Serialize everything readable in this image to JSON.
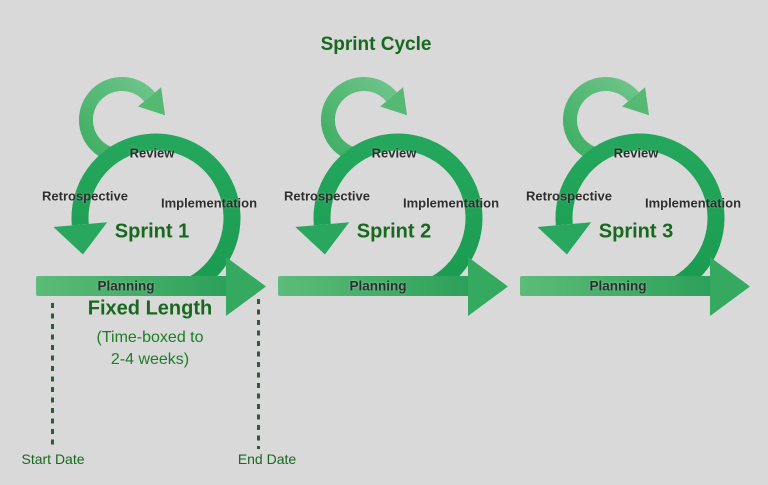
{
  "title": "Sprint Cycle",
  "sprints": [
    {
      "name": "Sprint 1",
      "review": "Review",
      "retrospective": "Retrospective",
      "implementation": "Implementation",
      "planning": "Planning"
    },
    {
      "name": "Sprint 2",
      "review": "Review",
      "retrospective": "Retrospective",
      "implementation": "Implementation",
      "planning": "Planning"
    },
    {
      "name": "Sprint 3",
      "review": "Review",
      "retrospective": "Retrospective",
      "implementation": "Implementation",
      "planning": "Planning"
    }
  ],
  "timeline": {
    "fixed_length": "Fixed Length",
    "timebox_line1": "(Time-boxed to",
    "timebox_line2": "2-4 weeks)",
    "start_date": "Start Date",
    "end_date": "End Date"
  },
  "icons": {
    "iteration": "iteration-cycle-arrow-icon",
    "loop": "sprint-loop-arrow-icon",
    "timeline": "planning-timeline-arrow-icon"
  },
  "colors": {
    "background": "#d9d9d9",
    "heading_green": "#17691d",
    "timebox_green": "#1e7d26",
    "label_dark": "#2e2e2e",
    "ring_green": "#20a257",
    "light_arc_green": "#4fb671",
    "arrow_green": "#3aad63",
    "dash_green": "#2c5c38"
  }
}
